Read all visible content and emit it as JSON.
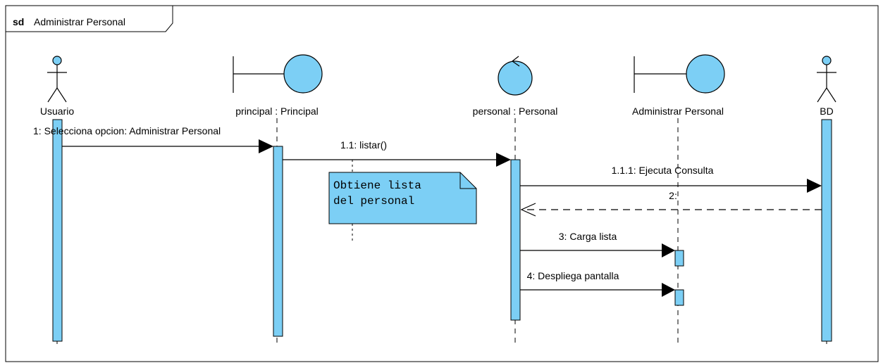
{
  "frame": {
    "keyword": "sd",
    "title": "Administrar Personal"
  },
  "colors": {
    "fill": "#7CCFF5",
    "line": "#000000",
    "background": "#ffffff"
  },
  "lifelines": [
    {
      "id": "usuario",
      "kind": "actor",
      "label": "Usuario"
    },
    {
      "id": "principal",
      "kind": "boundary",
      "label": "principal : Principal"
    },
    {
      "id": "personal",
      "kind": "control",
      "label": "personal : Personal"
    },
    {
      "id": "adm",
      "kind": "boundary",
      "label": "Administrar Personal"
    },
    {
      "id": "bd",
      "kind": "actor",
      "label": "BD"
    }
  ],
  "messages": [
    {
      "id": "m1",
      "label": "1: Selecciona opcion: Administrar Personal",
      "from": "usuario",
      "to": "principal",
      "type": "sync"
    },
    {
      "id": "m11",
      "label": "1.1: listar()",
      "from": "principal",
      "to": "personal",
      "type": "sync"
    },
    {
      "id": "m111",
      "label": "1.1.1: Ejecuta Consulta",
      "from": "personal",
      "to": "bd",
      "type": "sync"
    },
    {
      "id": "m2",
      "label": "2:",
      "from": "bd",
      "to": "personal",
      "type": "return"
    },
    {
      "id": "m3",
      "label": "3: Carga lista",
      "from": "personal",
      "to": "adm",
      "type": "sync"
    },
    {
      "id": "m4",
      "label": "4: Despliega pantalla",
      "from": "personal",
      "to": "adm",
      "type": "sync"
    }
  ],
  "note": {
    "lines": [
      "Obtiene lista",
      "del personal"
    ]
  }
}
